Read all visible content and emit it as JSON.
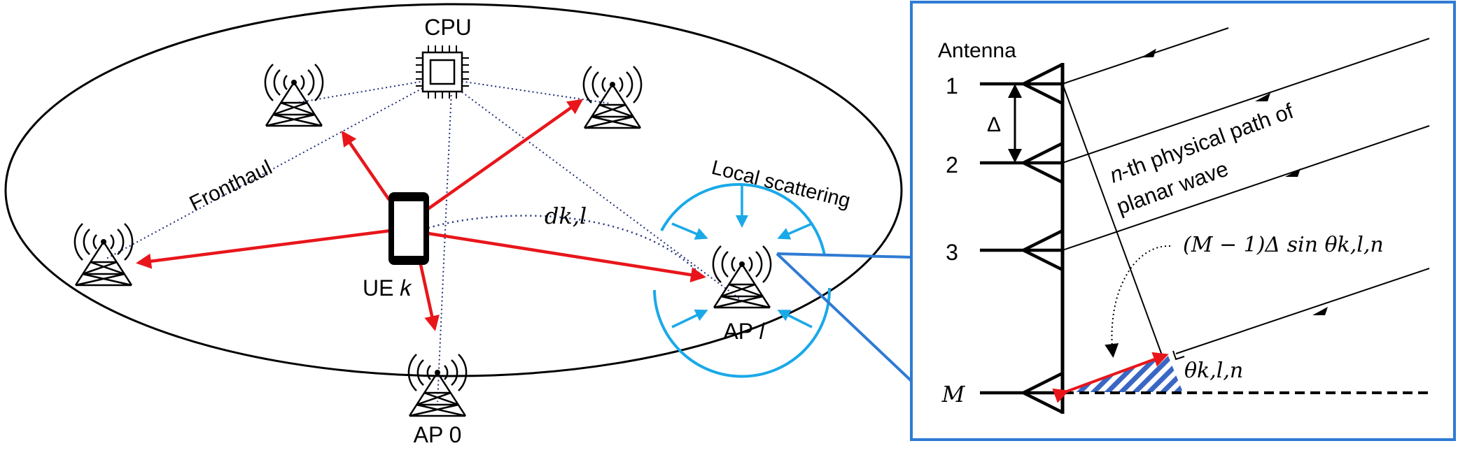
{
  "left": {
    "cpu_label": "CPU",
    "fronthaul_label": "Fronthaul",
    "ue_label": "UE 𝑘",
    "distance_label": "𝑑𝑘,𝑙",
    "scatter_label": "Local scattering",
    "ap_l_label": "AP 𝑙",
    "ap_0_label": "AP 0"
  },
  "right": {
    "antenna_title": "Antenna",
    "antenna_labels": [
      "1",
      "2",
      "3",
      "𝑀"
    ],
    "spacing_label": "Δ",
    "path_label_line1": "𝑛-th physical path of",
    "path_label_line2": "planar wave",
    "delay_label": "(𝑀 − 1)Δ sin 𝜃𝑘,𝑙,𝑛",
    "angle_label": "𝜃𝑘,𝑙,𝑛"
  },
  "colors": {
    "red_link": "#e8161b",
    "scatter_blue": "#1aa9e8",
    "frame_blue": "#2f7bd4",
    "hatch_blue": "#3a66c4",
    "dotted": "#1f2f7a"
  }
}
